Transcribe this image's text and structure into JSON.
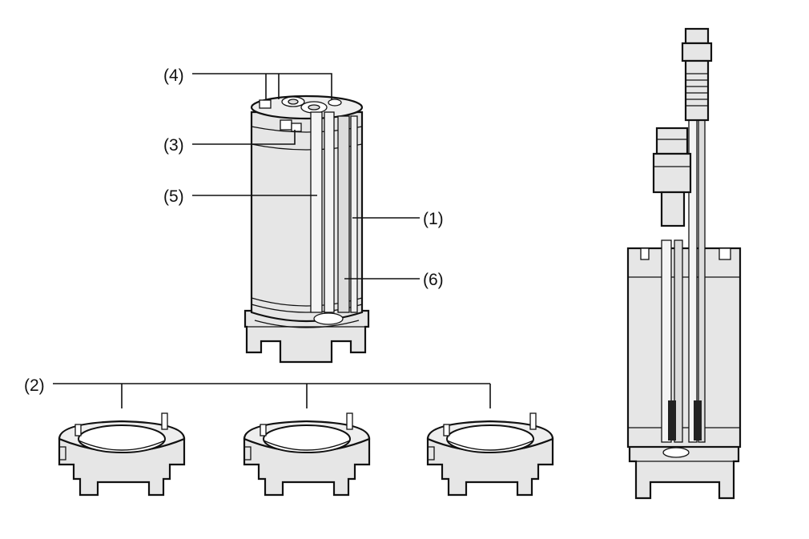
{
  "callouts": {
    "c1": "(1)",
    "c2": "(2)",
    "c3": "(3)",
    "c4": "(4)",
    "c5": "(5)",
    "c6": "(6)"
  },
  "colors": {
    "body_fill": "#e6e6e6",
    "outline": "#111111",
    "background": "#ffffff"
  }
}
